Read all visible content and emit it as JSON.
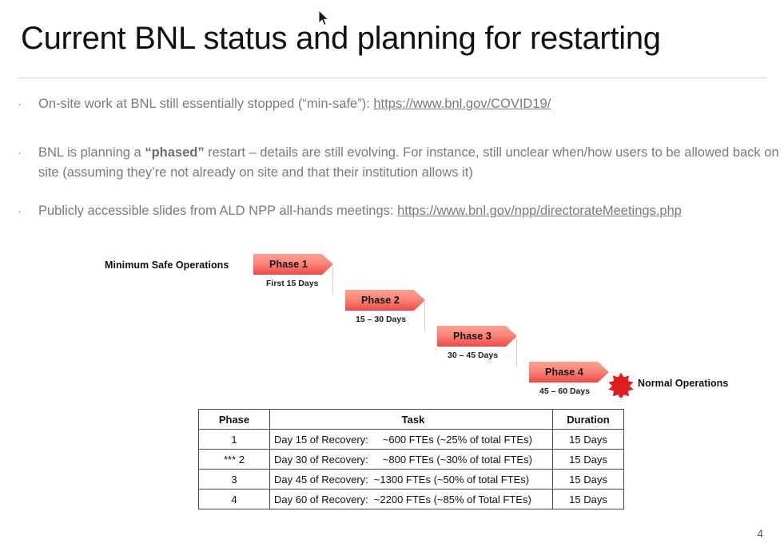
{
  "slide": {
    "title": "Current BNL status and planning for restarting",
    "page_number": "4",
    "bullet_mark": "·"
  },
  "bullets": [
    {
      "pre": "On-site work at BNL still essentially stopped (“min-safe”): ",
      "link": "https://www.bnl.gov/COVID19/",
      "post": ""
    },
    {
      "pre": "BNL is planning a ",
      "bold": "“phased”",
      "post": " restart – details are still evolving.  For instance, still unclear when/how users to be allowed back on site (assuming they’re not already on site and that their institution allows it)"
    },
    {
      "pre": "Publicly accessible slides from ALD NPP all-hands meetings: ",
      "link": "https://www.bnl.gov/npp/directorateMeetings.php",
      "post": ""
    }
  ],
  "diagram": {
    "start_label": "Minimum Safe Operations",
    "end_label": "Normal Operations",
    "arrow_color_light": "#fb8b7f",
    "arrow_color_dark": "#ef4c48",
    "burst_color": "#e02020",
    "phases": [
      {
        "label": "Phase 1",
        "duration": "First 15 Days"
      },
      {
        "label": "Phase 2",
        "duration": "15 – 30 Days"
      },
      {
        "label": "Phase 3",
        "duration": "30 – 45 Days"
      },
      {
        "label": "Phase 4",
        "duration": "45 – 60 Days"
      }
    ]
  },
  "table": {
    "headers": [
      "Phase",
      "Task",
      "Duration"
    ],
    "rows": [
      {
        "phase": "1",
        "task_day": "Day 15 of Recovery:",
        "task_fte": "~600 FTEs (~25% of total FTEs)",
        "duration": "15 Days"
      },
      {
        "phase": "*** 2",
        "task_day": "Day 30 of Recovery:",
        "task_fte": "~800 FTEs (~30% of total FTEs)",
        "duration": "15 Days"
      },
      {
        "phase": "3",
        "task_day": "Day 45 of Recovery:",
        "task_fte": "~1300 FTEs (~50% of total FTEs)",
        "duration": "15 Days"
      },
      {
        "phase": "4",
        "task_day": "Day 60 of Recovery:",
        "task_fte": "~2200 FTEs (~85% of Total FTEs)",
        "duration": "15 Days"
      }
    ]
  }
}
